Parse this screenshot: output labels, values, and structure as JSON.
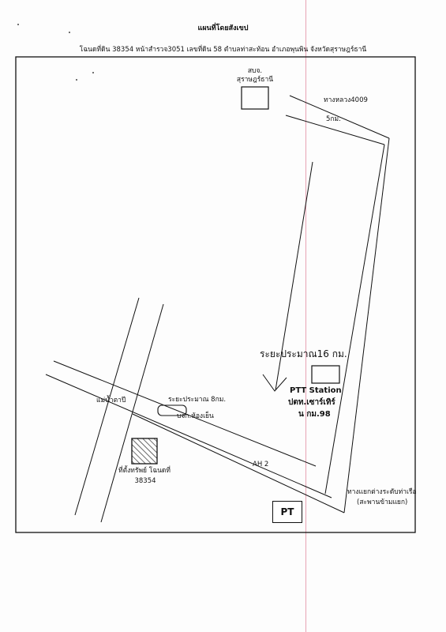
{
  "map": {
    "title": "แผนที่โดยสังเขป",
    "subtitle": "โฉนดที่ดิน 38354 หน้าสำรวจ3051 เลขที่ดิน 58 ตำบลท่าสะท้อน อำเภอพุนพิน จังหวัดสุราษฎร์ธานี",
    "labels": {
      "provincial_office_line1": "สบจ.",
      "provincial_office_line2": "สุราษฎร์ธานี",
      "highway_4009": "ทางหลวง4009",
      "distance_5km": "5กม.",
      "distance_16km": "ระยะประมาณ16 กม.",
      "ptt_station": "PTT Station",
      "ptt_line2": "ปตท.เซาร์เทิร์",
      "ptt_line3": "น กม.98",
      "waterfall": "แม่น้ำตาปี",
      "distance_8km": "ระยะประมาณ 8กม.",
      "building": "บจก.ห้องเย็น",
      "ah2": "AH 2",
      "property_line1": "ที่ตั้งทรัพย์ โฉนดที่",
      "property_line2": "38354",
      "junction_line1": "ทางแยกต่างระดับท่าเรือ",
      "junction_line2": "(สะพานข้ามแยก)",
      "pt_box": "PT"
    }
  }
}
